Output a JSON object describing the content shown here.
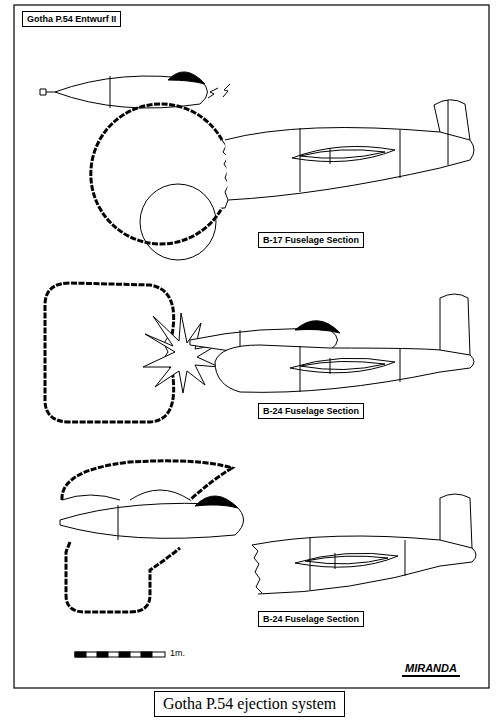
{
  "diagram": {
    "title": "Gotha P.54 Entwurf II",
    "caption": "Gotha P.54 ejection system",
    "nodes": [
      {
        "text": [
          "B-17 Fuselage Section"
        ]
      },
      {
        "text": [
          "B-24 Fuselage Section"
        ]
      },
      {
        "text": [
          "B-24 Fuselage Section"
        ]
      }
    ],
    "labels": [
      "1m.",
      "MIRANDA"
    ]
  }
}
